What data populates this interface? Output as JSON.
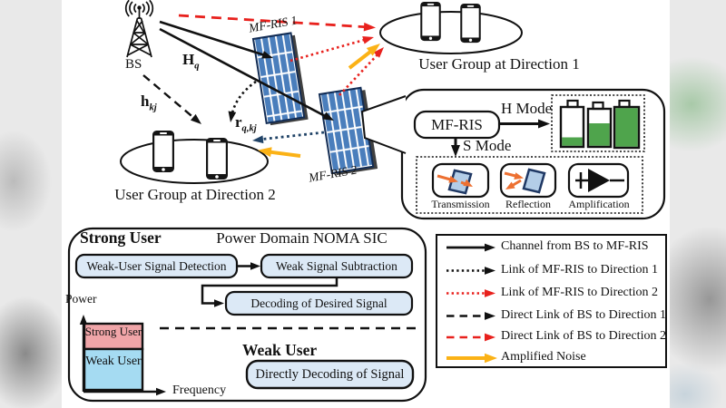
{
  "colors": {
    "red": "#e8211d",
    "yellow": "#fbb216",
    "navy": "#1f4266",
    "risblue": "#4a7ebc",
    "risborder": "#122c54",
    "green": "#4fa44c",
    "orange": "#ed7031",
    "panelblue": "#b3cde7",
    "panelborder": "#1f3864",
    "boxfill": "#dce9f6",
    "pink": "#f0a5a8",
    "weakblue": "#a5dbf2"
  },
  "scene": {
    "bs_label": "BS",
    "channel_bs_ris": {
      "base": "H",
      "sub": "q"
    },
    "channel_direct": {
      "base": "h",
      "sub": "kj"
    },
    "channel_ris_user": {
      "base": "r",
      "sub": "q,kj"
    },
    "ris1_label": "MF-RIS 1",
    "ris2_label": "MF-RIS 2",
    "group1_label": "User Group at Direction 1",
    "group2_label": "User Group at Direction 2"
  },
  "modes": {
    "box_label": "MF-RIS",
    "h_mode_label": "H Mode",
    "s_mode_label": "S Mode",
    "s_items": [
      {
        "label": "Transmission"
      },
      {
        "label": "Reflection"
      },
      {
        "label": "Amplification"
      }
    ],
    "battery_levels": [
      "low",
      "medium",
      "full"
    ]
  },
  "noma": {
    "title": "Power Domain NOMA SIC",
    "strong_user_heading": "Strong User",
    "steps": {
      "detection": "Weak-User Signal Detection",
      "subtraction": "Weak Signal Subtraction",
      "decoding": "Decoding of Desired Signal"
    },
    "weak_user_heading": "Weak User",
    "weak_step": "Directly Decoding of Signal",
    "axis_y": "Power",
    "axis_x": "Frequency",
    "bar_top": "Strong User",
    "bar_bottom": "Weak User"
  },
  "legend": {
    "items": [
      {
        "label": "Channel from BS to MF-RIS",
        "line": "solid",
        "color": "black"
      },
      {
        "label": "Link of MF-RIS to Direction 1",
        "line": "dotted",
        "color": "black"
      },
      {
        "label": "Link of MF-RIS to Direction 2",
        "line": "dotted",
        "color": "red"
      },
      {
        "label": "Direct Link of BS to Direction 1",
        "line": "dashed",
        "color": "black"
      },
      {
        "label": "Direct Link of BS to Direction 2",
        "line": "dashed",
        "color": "red"
      },
      {
        "label": "Amplified Noise",
        "line": "solid",
        "color": "yellow"
      }
    ]
  }
}
